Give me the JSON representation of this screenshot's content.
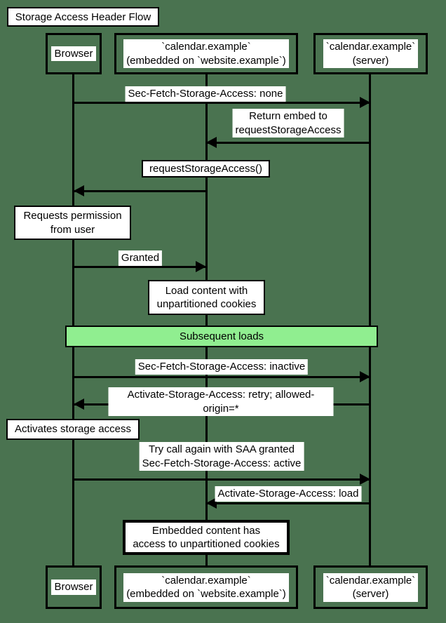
{
  "title": "Storage Access Header Flow",
  "colors": {
    "page_background": "#4a7350",
    "band_green": "#90ee90",
    "line_black": "#000000",
    "note_white": "#ffffff"
  },
  "actors": {
    "browser": "Browser",
    "embed": "`calendar.example`\n(embedded on `website.example`)",
    "server": "`calendar.example`\n(server)"
  },
  "messages": {
    "sec_fetch_none": "Sec-Fetch-Storage-Access: none",
    "return_embed": "Return embed to\nrequestStorageAccess",
    "granted": "Granted",
    "sec_fetch_inactive": "Sec-Fetch-Storage-Access: inactive",
    "activate_retry": "Activate-Storage-Access: retry; allowed-origin=*",
    "try_again": "Try call again with SAA granted\nSec-Fetch-Storage-Access: active",
    "activate_load": "Activate-Storage-Access: load"
  },
  "notes": {
    "request_saa": "requestStorageAccess()",
    "requests_permission": "Requests permission\nfrom user",
    "load_content": "Load content with\nunpartitioned cookies",
    "subsequent_loads": "Subsequent loads",
    "activates_storage": "Activates storage access",
    "embedded_access": "Embedded content has\naccess to unpartitioned cookies"
  }
}
